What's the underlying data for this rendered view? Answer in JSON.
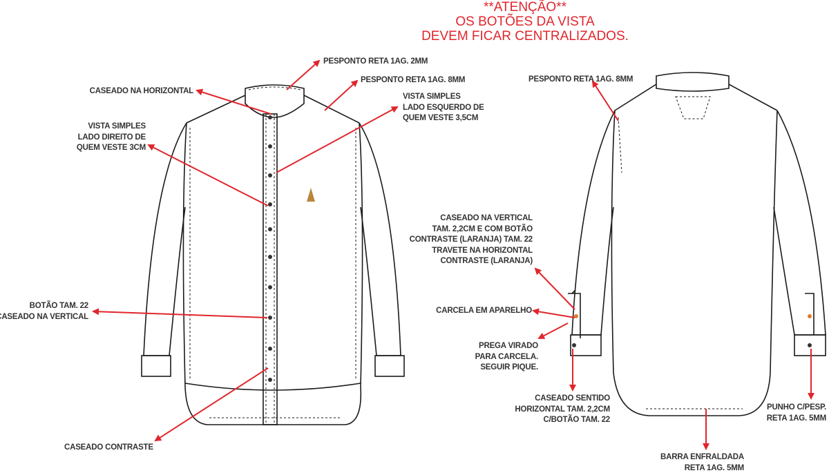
{
  "title": {
    "lines": [
      "**ATENÇÃO**",
      "OS BOTÕES DA VISTA",
      "DEVEM FICAR CENTRALIZADOS."
    ]
  },
  "front": {
    "pesponto_2mm": "PESPONTO RETA 1AG. 2MM",
    "pesponto_8mm": "PESPONTO RETA 1AG. 8MM",
    "caseado_horizontal": "CASEADO NA HORIZONTAL",
    "vista_esquerdo": [
      "VISTA SIMPLES",
      "LADO ESQUERDO DE",
      "QUEM VESTE 3,5CM"
    ],
    "vista_direito": [
      "VISTA SIMPLES",
      "LADO DIREITO DE",
      "QUEM VESTE 3CM"
    ],
    "botao": [
      "BOTÃO TAM. 22",
      "CASEADO NA VERTICAL"
    ],
    "caseado_contraste": "CASEADO CONTRASTE"
  },
  "back": {
    "pesponto_8mm": "PESPONTO RETA 1AG. 8MM",
    "caseado_vertical": [
      "CASEADO NA VERTICAL",
      "TAM. 2,2CM E COM BOTÃO",
      "CONTRASTE (LARANJA) TAM. 22",
      "TRAVETE NA HORIZONTAL",
      "CONTRASTE (LARANJA)"
    ],
    "carcela": "CARCELA EM APARELHO",
    "prega": [
      "PREGA VIRADO",
      "PARA CARCELA.",
      "SEGUIR PIQUE."
    ],
    "caseado_sentido": [
      "CASEADO SENTIDO",
      "HORIZONTAL TAM. 2,2CM",
      "C/BOTÃO TAM. 22"
    ],
    "punho": [
      "PUNHO C/PESP.",
      "RETA 1AG. 5MM"
    ],
    "barra": [
      "BARRA ENFRALDADA",
      "RETA 1AG. 5MM"
    ]
  },
  "colors": {
    "arrow": "#e0262c",
    "line": "#1a1a1a",
    "button_orange": "#e07a2a",
    "logo": "#b8863b"
  }
}
